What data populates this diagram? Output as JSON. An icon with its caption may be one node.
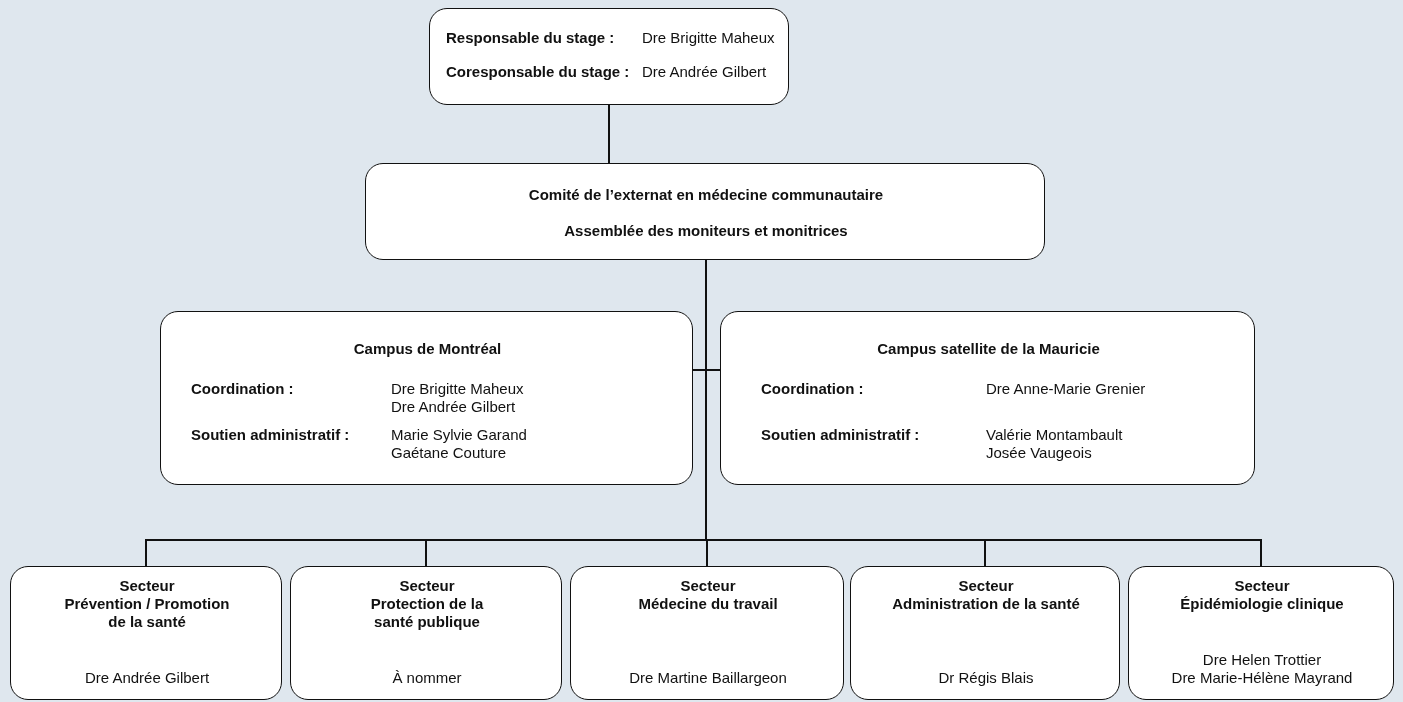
{
  "diagram": {
    "nodes": [
      {
        "text": [
          "Responsable du stage :",
          "Dre Brigitte Maheux",
          "Coresponsable du stage :",
          "Dre Andrée Gilbert"
        ]
      },
      {
        "text": [
          "Comité de l’externat en médecine communautaire",
          "Assemblée des moniteurs et monitrices"
        ]
      },
      {
        "text": [
          "Campus de Montréal",
          "Coordination :",
          "Dre Brigitte Maheux",
          "Dre Andrée Gilbert",
          "Soutien administratif :",
          "Marie Sylvie Garand",
          "Gaétane Couture"
        ]
      },
      {
        "text": [
          "Campus satellite de la Mauricie",
          "Coordination :",
          "Dre Anne-Marie Grenier",
          "Soutien administratif :",
          "Valérie Montambault",
          "Josée Vaugeois"
        ]
      },
      {
        "text": [
          "Secteur",
          "Prévention / Promotion de la santé",
          "Dre Andrée Gilbert"
        ]
      },
      {
        "text": [
          "Secteur",
          "Protection de la santé publique",
          "À nommer"
        ]
      },
      {
        "text": [
          "Secteur",
          "Médecine du travail",
          "Dre Martine Baillargeon"
        ]
      },
      {
        "text": [
          "Secteur",
          "Administration de la santé",
          "Dr Régis Blais"
        ]
      },
      {
        "text": [
          "Secteur",
          "Épidémiologie clinique",
          "Dre Helen Trottier",
          "Dre Marie-Hélène Mayrand"
        ]
      }
    ],
    "edges": [
      {
        "from": 0,
        "to": 1,
        "arrow": "none"
      },
      {
        "from": 1,
        "to": 2,
        "arrow": "none"
      },
      {
        "from": 1,
        "to": 3,
        "arrow": "none"
      },
      {
        "from": 1,
        "to": 4,
        "arrow": "none"
      },
      {
        "from": 1,
        "to": 5,
        "arrow": "none"
      },
      {
        "from": 1,
        "to": 6,
        "arrow": "none"
      },
      {
        "from": 1,
        "to": 7,
        "arrow": "none"
      },
      {
        "from": 1,
        "to": 8,
        "arrow": "none"
      }
    ]
  }
}
